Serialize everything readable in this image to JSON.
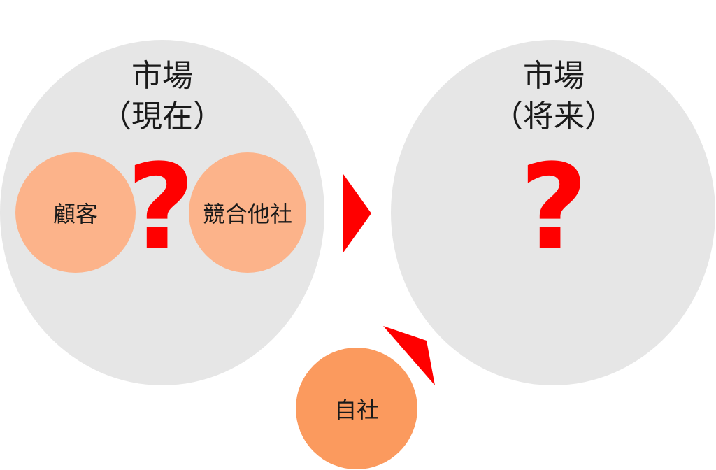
{
  "colors": {
    "market_fill": "#e6e6e6",
    "entity_light": "#fcb38a",
    "entity_own": "#fb9a5e",
    "accent_red": "#ff0000"
  },
  "market_now": {
    "title_line1": "市場",
    "title_line2": "（現在）"
  },
  "market_future": {
    "title_line1": "市場",
    "title_line2": "（将来）"
  },
  "entities": {
    "customer": "顧客",
    "competitors": "競合他社",
    "own_company": "自社"
  },
  "question_mark": "?"
}
